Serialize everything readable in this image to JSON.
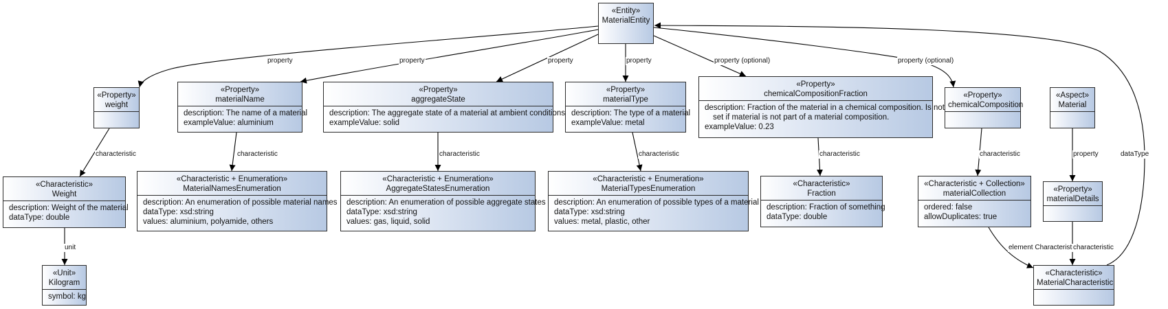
{
  "nodes": {
    "materialEntity": {
      "stereotype": "«Entity»",
      "name": "MaterialEntity",
      "attrs": []
    },
    "weight": {
      "stereotype": "«Property»",
      "name": "weight",
      "attrs": []
    },
    "materialName": {
      "stereotype": "«Property»",
      "name": "materialName",
      "attrs": [
        "description: The name of a material",
        "exampleValue: aluminium"
      ]
    },
    "aggregateState": {
      "stereotype": "«Property»",
      "name": "aggregateState",
      "attrs": [
        "description: The aggregate state of a material at ambient conditions",
        "exampleValue: solid"
      ]
    },
    "materialType": {
      "stereotype": "«Property»",
      "name": "materialType",
      "attrs": [
        "description: The type of a material",
        "exampleValue: metal"
      ]
    },
    "chemicalCompositionFraction": {
      "stereotype": "«Property»",
      "name": "chemicalCompositionFraction",
      "attrs": [
        "description: Fraction of the material in a chemical composition. Is not",
        "set if material is not part of a material composition.",
        "exampleValue: 0.23"
      ]
    },
    "chemicalComposition": {
      "stereotype": "«Property»",
      "name": "chemicalComposition",
      "attrs": []
    },
    "material": {
      "stereotype": "«Aspect»",
      "name": "Material",
      "attrs": []
    },
    "weightChar": {
      "stereotype": "«Characteristic»",
      "name": "Weight",
      "attrs": [
        "description: Weight of the material",
        "dataType: double"
      ]
    },
    "materialNamesEnum": {
      "stereotype": "«Characteristic + Enumeration»",
      "name": "MaterialNamesEnumeration",
      "attrs": [
        "description: An enumeration of possible material names",
        "dataType: xsd:string",
        "values: aluminium, polyamide, others"
      ]
    },
    "aggregateStatesEnum": {
      "stereotype": "«Characteristic + Enumeration»",
      "name": "AggregateStatesEnumeration",
      "attrs": [
        "description: An enumeration of possible aggregate states",
        "dataType: xsd:string",
        "values: gas, liquid, solid"
      ]
    },
    "materialTypesEnum": {
      "stereotype": "«Characteristic + Enumeration»",
      "name": "MaterialTypesEnumeration",
      "attrs": [
        "description: An enumeration of possible types of a material",
        "dataType: xsd:string",
        "values: metal, plastic, other"
      ]
    },
    "fraction": {
      "stereotype": "«Characteristic»",
      "name": "Fraction",
      "attrs": [
        "description: Fraction of something",
        "dataType: double"
      ]
    },
    "materialCollection": {
      "stereotype": "«Characteristic + Collection»",
      "name": "materialCollection",
      "attrs": [
        "ordered: false",
        "allowDuplicates: true"
      ]
    },
    "materialDetails": {
      "stereotype": "«Property»",
      "name": "materialDetails",
      "attrs": []
    },
    "kilogram": {
      "stereotype": "«Unit»",
      "name": "Kilogram",
      "attrs": [
        "symbol: kg"
      ]
    },
    "materialCharacteristic": {
      "stereotype": "«Characteristic»",
      "name": "MaterialCharacteristic",
      "attrs": []
    }
  },
  "edges": {
    "e1": "property",
    "e2": "property",
    "e3": "property",
    "e4": "property",
    "e5": "property (optional)",
    "e6": "property (optional)",
    "e7": "characteristic",
    "e8": "characteristic",
    "e9": "characteristic",
    "e10": "characteristic",
    "e11": "characteristic",
    "e12": "characteristic",
    "e13": "property",
    "e14": "unit",
    "e15": "element Characteristic",
    "e16": "characteristic",
    "e17": "dataType"
  }
}
